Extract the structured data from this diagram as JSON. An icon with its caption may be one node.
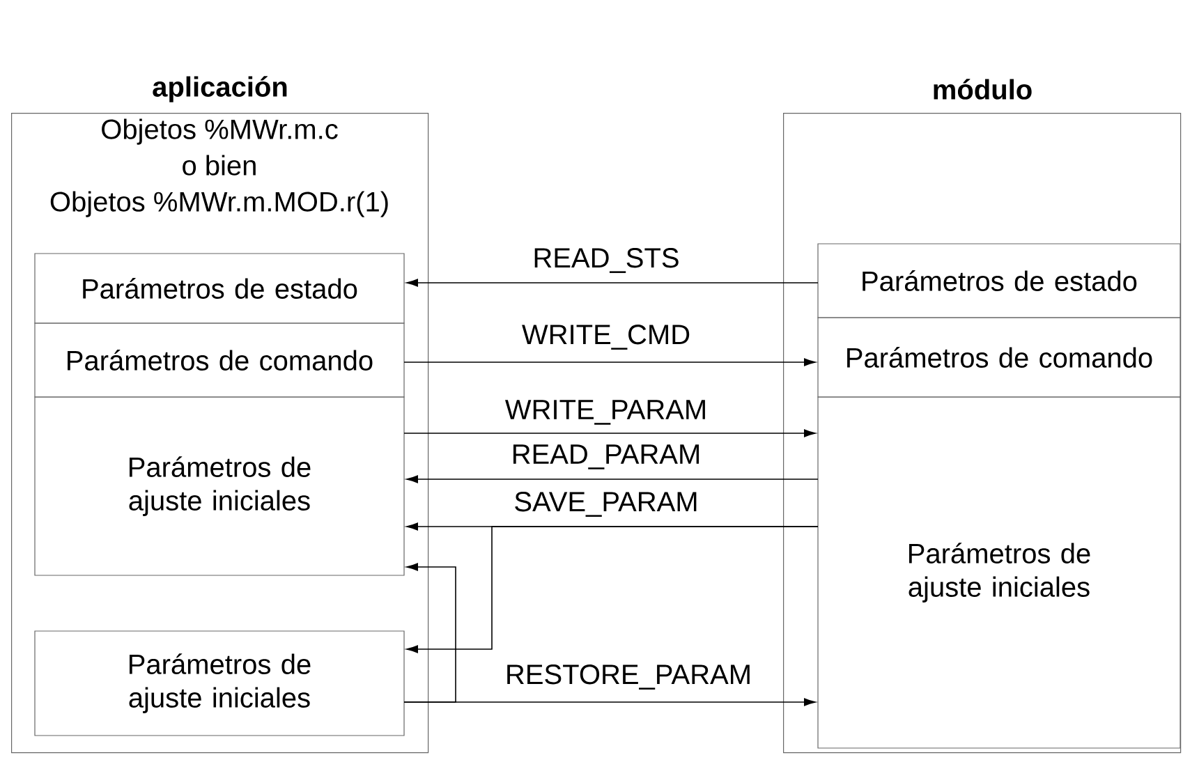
{
  "diagram": {
    "nodes": [
      {
        "text": [
          "aplicación",
          "Objetos %MWr.m.c",
          "o bien",
          "Objetos %MWr.m.MOD.r(1)"
        ]
      },
      {
        "text": [
          "Parámetros de estado"
        ],
        "in": 0
      },
      {
        "text": [
          "Parámetros de comando"
        ],
        "in": 0
      },
      {
        "text": [
          "Parámetros de ajuste iniciales"
        ],
        "in": 0
      },
      {
        "text": [
          "Parámetros de ajuste iniciales"
        ],
        "in": 0
      },
      {
        "text": [
          "módulo"
        ]
      },
      {
        "text": [
          "Parámetros de estado"
        ],
        "in": 5
      },
      {
        "text": [
          "Parámetros de comando"
        ],
        "in": 5
      },
      {
        "text": [
          "Parámetros de ajuste iniciales"
        ],
        "in": 5
      }
    ],
    "edges": [
      {
        "from": 6,
        "to": 1,
        "arrow": "to",
        "label": "READ_STS"
      },
      {
        "from": 2,
        "to": 7,
        "arrow": "to",
        "label": "WRITE_CMD"
      },
      {
        "from": 3,
        "to": 8,
        "arrow": "to",
        "label": "WRITE_PARAM"
      },
      {
        "from": 8,
        "to": 3,
        "arrow": "to",
        "label": "READ_PARAM"
      },
      {
        "from": 8,
        "to": 3,
        "arrow": "to",
        "label": "SAVE_PARAM"
      },
      {
        "from": 8,
        "to": 4,
        "arrow": "to"
      },
      {
        "from": 4,
        "to": 8,
        "arrow": "to",
        "label": "RESTORE_PARAM"
      },
      {
        "from": 4,
        "to": 3,
        "arrow": "to"
      }
    ]
  }
}
